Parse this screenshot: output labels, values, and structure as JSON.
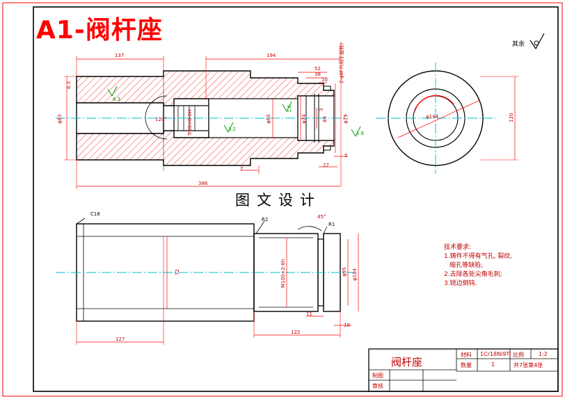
{
  "drawing_title": "A1-阀杆座",
  "watermark": "图文设计",
  "roughness_note": "其余",
  "section_view": {
    "dims": {
      "d137": "137",
      "d194": "194",
      "d52": "52",
      "d38": "38",
      "d10": "10",
      "thread_note": "2-φ8F7(用于旋转)",
      "d63": "6.3",
      "d83": "φ83",
      "thread_in": "Tr56×8-6H",
      "d120deg": "120°",
      "d32": "3.2",
      "d60": "φ60",
      "d16": "1.6",
      "d74": "φ74",
      "d84": "84",
      "d3": "3",
      "d79": "φ79",
      "d5": "5",
      "d27": "27",
      "d7": "7",
      "d386": "386"
    }
  },
  "end_view": {
    "d144": "φ144",
    "d120": "120"
  },
  "outer_view": {
    "c18": "C18",
    "r2": "R2",
    "r1": "R1",
    "d45": "45°",
    "d72": "72",
    "thread_out": "M100×2-6h",
    "d95": "φ95",
    "d104": "φ104",
    "d127": "127",
    "d122": "122",
    "d11": "11",
    "d18": "18"
  },
  "notes": {
    "heading": "技术要求:",
    "lines": [
      "1.铸件不得有气孔, 裂纹,",
      "缩孔等缺陷;",
      "2.去除各处尖角毛刺;",
      "3.锐边倒钝."
    ]
  },
  "title_block": {
    "part_name": "阀杆座",
    "material_label": "材料",
    "material_value": "1Cr18Ni9Ti",
    "scale_label": "比例",
    "scale_value": "1:2",
    "qty_label": "数量",
    "qty_value": "1",
    "sheet_value": "共7张第4张",
    "drawn_label": "制图",
    "checked_label": "审核"
  }
}
